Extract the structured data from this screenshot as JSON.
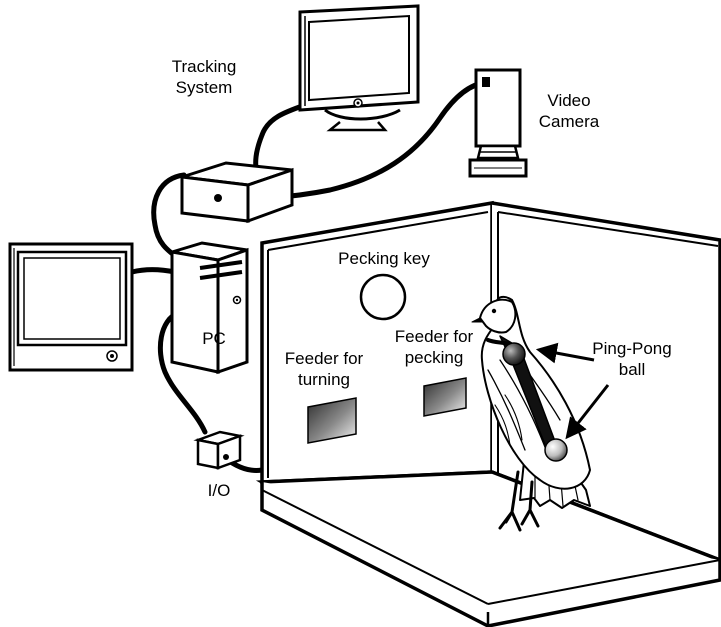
{
  "labels": {
    "tracking_system": [
      "Tracking",
      "System"
    ],
    "video_camera": [
      "Video",
      "Camera"
    ],
    "pc": "PC",
    "io": "I/O",
    "pecking_key": "Pecking key",
    "feeder_turning": [
      "Feeder for",
      "turning"
    ],
    "feeder_pecking": [
      "Feeder for",
      "pecking"
    ],
    "ping_pong_ball": [
      "Ping-Pong",
      "ball"
    ]
  },
  "colors": {
    "stroke": "#000000",
    "background": "#ffffff",
    "screen_glare": "#f4f4f4",
    "feeder_dark": "#444444",
    "feeder_light": "#f0f0f0",
    "floor_shadow": "#111111"
  },
  "icons": {
    "monitor_top": "crt-monitor-icon",
    "monitor_left": "crt-monitor-icon",
    "camera": "video-camera-icon",
    "tracking_box": "tracking-box-icon",
    "pc_tower": "pc-tower-icon",
    "io_box": "io-box-icon",
    "bird": "pigeon-icon",
    "ball": "ping-pong-ball-icon"
  }
}
